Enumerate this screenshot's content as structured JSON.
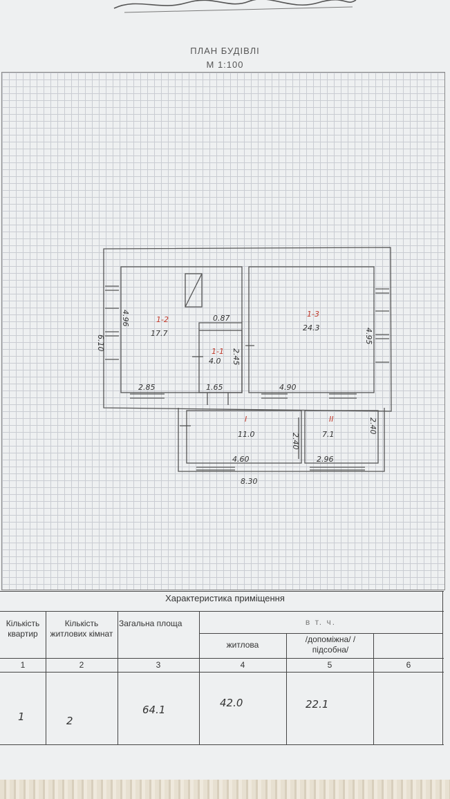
{
  "page": {
    "title": "ПЛАН БУДІВЛІ",
    "scale": "М 1:100"
  },
  "plan": {
    "outer_width_label": "8.30",
    "outer_height_label": "6.10",
    "rooms": [
      {
        "id": "1-2",
        "area": "17.7"
      },
      {
        "id": "1-1",
        "area": "4.0"
      },
      {
        "id": "1-3",
        "area": "24.3"
      },
      {
        "id": "I",
        "area": "11.0"
      },
      {
        "id": "II",
        "area": "7.1"
      }
    ],
    "dimensions": {
      "room12_height": "4.96",
      "room12_width": "2.85",
      "room11_top": "0.87",
      "room11_side": "2.45",
      "room11_width": "1.65",
      "room13_height": "4.95",
      "room13_width": "4.90",
      "roomI_width": "4.60",
      "roomI_height": "2.40",
      "roomII_width": "2.96",
      "roomII_height": "2.40"
    }
  },
  "table": {
    "title": "Характеристика приміщення",
    "headers": {
      "col1": "Кількість квартир",
      "col2": "Кількість житлових кімнат",
      "col3": "Загальна площа",
      "incl": "в т. ч.",
      "col4": "житлова",
      "col5": "/допоміжна/ /підсобна/"
    },
    "numbers": [
      "1",
      "2",
      "3",
      "4",
      "5",
      "6"
    ],
    "values": {
      "apartments": "1",
      "living_rooms": "2",
      "total_area": "64.1",
      "living_area": "42.0",
      "auxiliary_area": "22.1"
    }
  }
}
